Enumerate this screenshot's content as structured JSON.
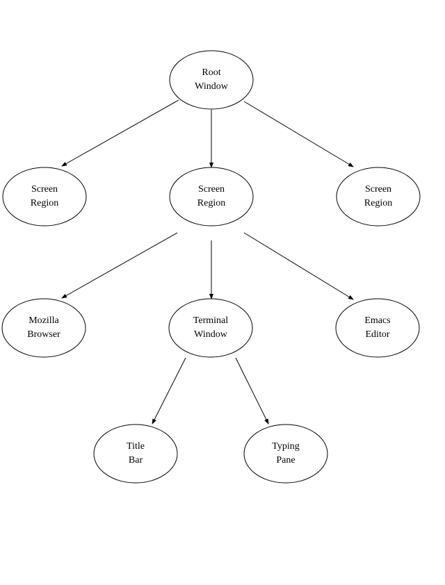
{
  "colors": {
    "background": "#ffffff",
    "stroke": "#000000",
    "text": "#000000"
  },
  "nodes": [
    {
      "id": "root",
      "name": "root-window",
      "lines": [
        "Root",
        "Window"
      ]
    },
    {
      "id": "sr1",
      "name": "screen-region-left",
      "lines": [
        "Screen",
        "Region"
      ]
    },
    {
      "id": "sr2",
      "name": "screen-region-center",
      "lines": [
        "Screen",
        "Region"
      ]
    },
    {
      "id": "sr3",
      "name": "screen-region-right",
      "lines": [
        "Screen",
        "Region"
      ]
    },
    {
      "id": "moz",
      "name": "mozilla-browser",
      "lines": [
        "Mozilla",
        "Browser"
      ]
    },
    {
      "id": "term",
      "name": "terminal-window",
      "lines": [
        "Terminal",
        "Window"
      ]
    },
    {
      "id": "emacs",
      "name": "emacs-editor",
      "lines": [
        "Emacs",
        "Editor"
      ]
    },
    {
      "id": "title",
      "name": "title-bar",
      "lines": [
        "Title",
        "Bar"
      ]
    },
    {
      "id": "typing",
      "name": "typing-pane",
      "lines": [
        "Typing",
        "Pane"
      ]
    }
  ],
  "edges": [
    {
      "from": "root",
      "to": "sr1"
    },
    {
      "from": "root",
      "to": "sr2"
    },
    {
      "from": "root",
      "to": "sr3"
    },
    {
      "from": "sr2",
      "to": "moz"
    },
    {
      "from": "sr2",
      "to": "term"
    },
    {
      "from": "sr2",
      "to": "emacs"
    },
    {
      "from": "term",
      "to": "title"
    },
    {
      "from": "term",
      "to": "typing"
    }
  ]
}
